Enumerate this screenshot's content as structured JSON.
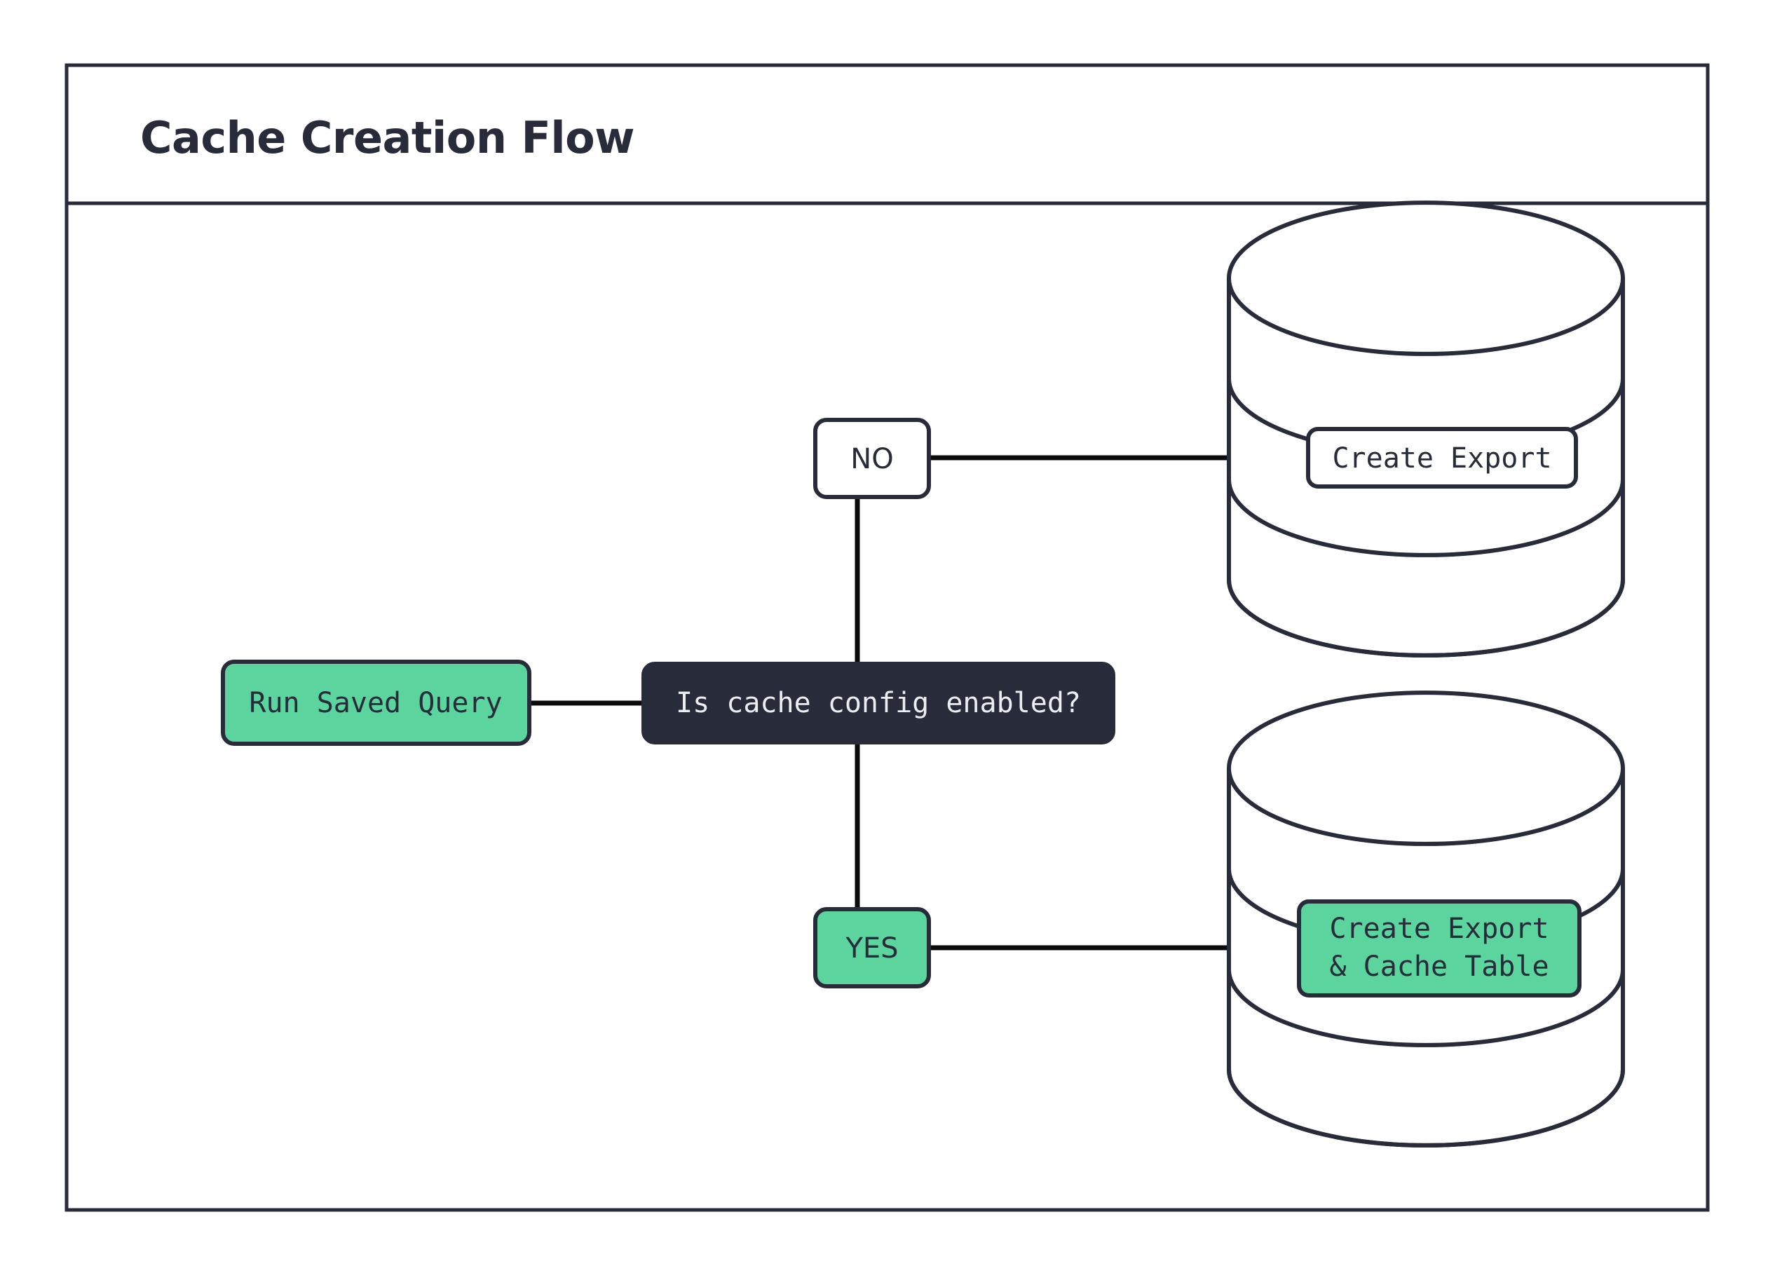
{
  "frame": {
    "title": "Cache Creation Flow",
    "border_color": "#272b3a",
    "background_color": "#ffffff"
  },
  "palette": {
    "dark": "#272b3a",
    "green": "#5bd49e",
    "white": "#ffffff",
    "edge": "#0b0b0d",
    "text_on_dark": "#ecedf1"
  },
  "nodes": {
    "start": {
      "label": "Run Saved Query",
      "shape": "rounded-rect",
      "fill": "#5bd49e",
      "text_color": "#272b3a"
    },
    "decision": {
      "label": "Is cache config enabled?",
      "shape": "rounded-rect",
      "fill": "#272b3a",
      "text_color": "#ecedf1"
    },
    "branch_no": {
      "label": "NO",
      "shape": "rounded-rect",
      "fill": "#ffffff",
      "text_color": "#272b3a"
    },
    "branch_yes": {
      "label": "YES",
      "shape": "rounded-rect",
      "fill": "#5bd49e",
      "text_color": "#272b3a"
    },
    "db_top": {
      "shape": "stacked-cylinder",
      "label": "Create Export",
      "label_fill": "#ffffff",
      "label_text_color": "#272b3a"
    },
    "db_bottom": {
      "shape": "stacked-cylinder",
      "label_line1": "Create Export",
      "label_line2": "& Cache Table",
      "label_fill": "#5bd49e",
      "label_text_color": "#272b3a"
    }
  },
  "edges": [
    {
      "from": "start",
      "to": "decision",
      "label": ""
    },
    {
      "from": "decision",
      "to": "branch_no",
      "label": ""
    },
    {
      "from": "branch_no",
      "to": "db_top",
      "label": ""
    },
    {
      "from": "decision",
      "to": "branch_yes",
      "label": ""
    },
    {
      "from": "branch_yes",
      "to": "db_bottom",
      "label": ""
    }
  ]
}
